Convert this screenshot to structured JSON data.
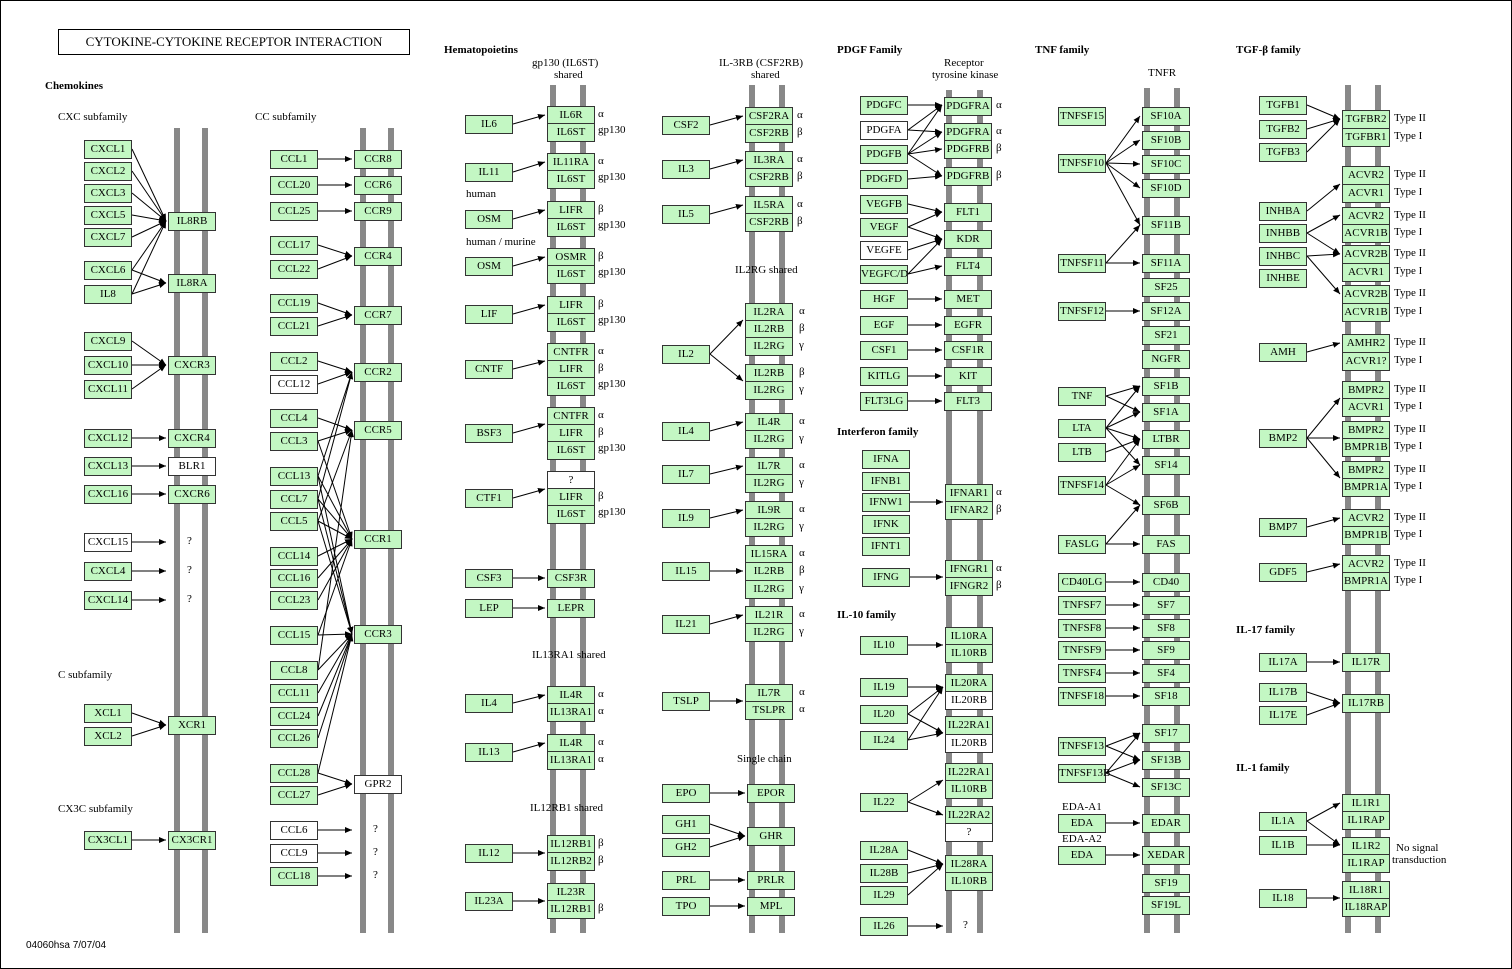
{
  "title": "CYTOKINE-CYTOKINE RECEPTOR INTERACTION",
  "footer": "04060hsa  7/07/04",
  "groups": [
    "Chemokines",
    "CXC subfamily",
    "CC subfamily",
    "C subfamily",
    "CX3C subfamily",
    "Hematopoietins",
    "PDGF Family",
    "TNF family",
    "TGF-β family",
    "Interferon family",
    "IL-10 family",
    "IL-17 family",
    "IL-1 family"
  ],
  "notes": [
    "gp130 (IL6ST)",
    "shared",
    "IL-3RB (CSF2RB)",
    "shared",
    "IL2RG shared",
    "IL13RA1 shared",
    "IL12RB1 shared",
    "Single chain",
    "Receptor",
    "tyrosine kinase",
    "TNFR",
    "human",
    "human / murine",
    "No signal",
    "transduction"
  ],
  "colors": {
    "gene_fill": "#c3f7c3",
    "gene_border": "#333333",
    "membrane": "#888888",
    "absent_fill": "#ffffff"
  },
  "receptor_tags": [
    "α",
    "β",
    "γ",
    "gp130",
    "Type II",
    "Type I"
  ],
  "nodes": [
    "CXCL1",
    "CXCL2",
    "CXCL3",
    "CXCL5",
    "CXCL7",
    "CXCL6",
    "IL8",
    "CXCL9",
    "CXCL10",
    "CXCL11",
    "CXCL12",
    "CXCL13",
    "CXCL16",
    "CXCL15",
    "CXCL4",
    "CXCL14",
    "XCL1",
    "XCL2",
    "CX3CL1",
    "IL8RB",
    "IL8RA",
    "CXCR3",
    "CXCR4",
    "BLR1",
    "CXCR6",
    "XCR1",
    "CX3CR1",
    "CCL1",
    "CCL20",
    "CCL25",
    "CCL17",
    "CCL22",
    "CCL19",
    "CCL21",
    "CCL2",
    "CCL12",
    "CCL4",
    "CCL3",
    "CCL13",
    "CCL7",
    "CCL5",
    "CCL14",
    "CCL16",
    "CCL23",
    "CCL15",
    "CCL8",
    "CCL11",
    "CCL24",
    "CCL26",
    "CCL28",
    "CCL27",
    "CCL6",
    "CCL9",
    "CCL18",
    "CCR8",
    "CCR6",
    "CCR9",
    "CCR4",
    "CCR7",
    "CCR2",
    "CCR5",
    "CCR1",
    "CCR3",
    "GPR2",
    "IL6",
    "IL11",
    "OSM",
    "LIF",
    "CNTF",
    "BSF3",
    "CTF1",
    "CSF3",
    "LEP",
    "IL4",
    "IL13",
    "IL12",
    "IL23A",
    "IL6R",
    "IL6ST",
    "IL11RA",
    "LIFR",
    "OSMR",
    "CNTFR",
    "?",
    "CSF3R",
    "LEPR",
    "IL4R",
    "IL13RA1",
    "IL12RB1",
    "IL12RB2",
    "IL23R",
    "CSF2",
    "IL3",
    "IL5",
    "CSF2RA",
    "CSF2RB",
    "IL3RA",
    "IL5RA",
    "IL2",
    "IL7",
    "IL9",
    "IL15",
    "IL21",
    "IL2RA",
    "IL2RB",
    "IL2RG",
    "IL7R",
    "IL9R",
    "IL15RA",
    "IL21R",
    "TSLP",
    "TSLPR",
    "EPO",
    "GH1",
    "GH2",
    "PRL",
    "TPO",
    "EPOR",
    "GHR",
    "PRLR",
    "MPL",
    "PDGFC",
    "PDGFA",
    "PDGFB",
    "PDGFD",
    "PDGFRA",
    "PDGFRB",
    "VEGFB",
    "VEGF",
    "VEGFE",
    "VEGFC/D",
    "FLT1",
    "KDR",
    "FLT4",
    "HGF",
    "MET",
    "EGF",
    "EGFR",
    "CSF1",
    "CSF1R",
    "KITLG",
    "KIT",
    "FLT3LG",
    "FLT3",
    "IFNA",
    "IFNB1",
    "IFNW1",
    "IFNK",
    "IFNT1",
    "IFNG",
    "IFNAR1",
    "IFNAR2",
    "IFNGR1",
    "IFNGR2",
    "IL10",
    "IL19",
    "IL20",
    "IL24",
    "IL22",
    "IL28A",
    "IL28B",
    "IL29",
    "IL26",
    "IL10RA",
    "IL10RB",
    "IL20RA",
    "IL20RB",
    "IL22RA1",
    "IL22RA2",
    "IL28RA",
    "TNFSF15",
    "TNFSF10",
    "TNFSF11",
    "TNFSF12",
    "TNF",
    "LTA",
    "LTB",
    "TNFSF14",
    "FASLG",
    "CD40LG",
    "TNFSF7",
    "TNFSF8",
    "TNFSF9",
    "TNFSF4",
    "TNFSF18",
    "TNFSF13",
    "TNFSF13B",
    "EDA-A1",
    "EDA-A2",
    "EDA",
    "SF10A",
    "SF10B",
    "SF10C",
    "SF10D",
    "SF11B",
    "SF11A",
    "SF25",
    "SF12A",
    "SF21",
    "NGFR",
    "SF1B",
    "SF1A",
    "LTBR",
    "SF14",
    "SF6B",
    "FAS",
    "CD40",
    "SF7",
    "SF8",
    "SF9",
    "SF4",
    "SF18",
    "SF17",
    "SF13B",
    "SF13C",
    "EDAR",
    "XEDAR",
    "SF19",
    "SF19L",
    "TGFB1",
    "TGFB2",
    "TGFB3",
    "TGFBR2",
    "TGFBR1",
    "INHBA",
    "INHBB",
    "INHBC",
    "INHBE",
    "ACVR2",
    "ACVR1",
    "ACVR1B",
    "ACVR2B",
    "AMH",
    "AMHR2",
    "ACVR1?",
    "BMP2",
    "BMPR2",
    "BMPR1B",
    "BMPR1A",
    "BMP7",
    "GDF5",
    "IL17A",
    "IL17B",
    "IL17E",
    "IL17R",
    "IL17RB",
    "IL1A",
    "IL1B",
    "IL18",
    "IL1R1",
    "IL1RAP",
    "IL1R2",
    "IL18R1",
    "IL18RAP"
  ]
}
